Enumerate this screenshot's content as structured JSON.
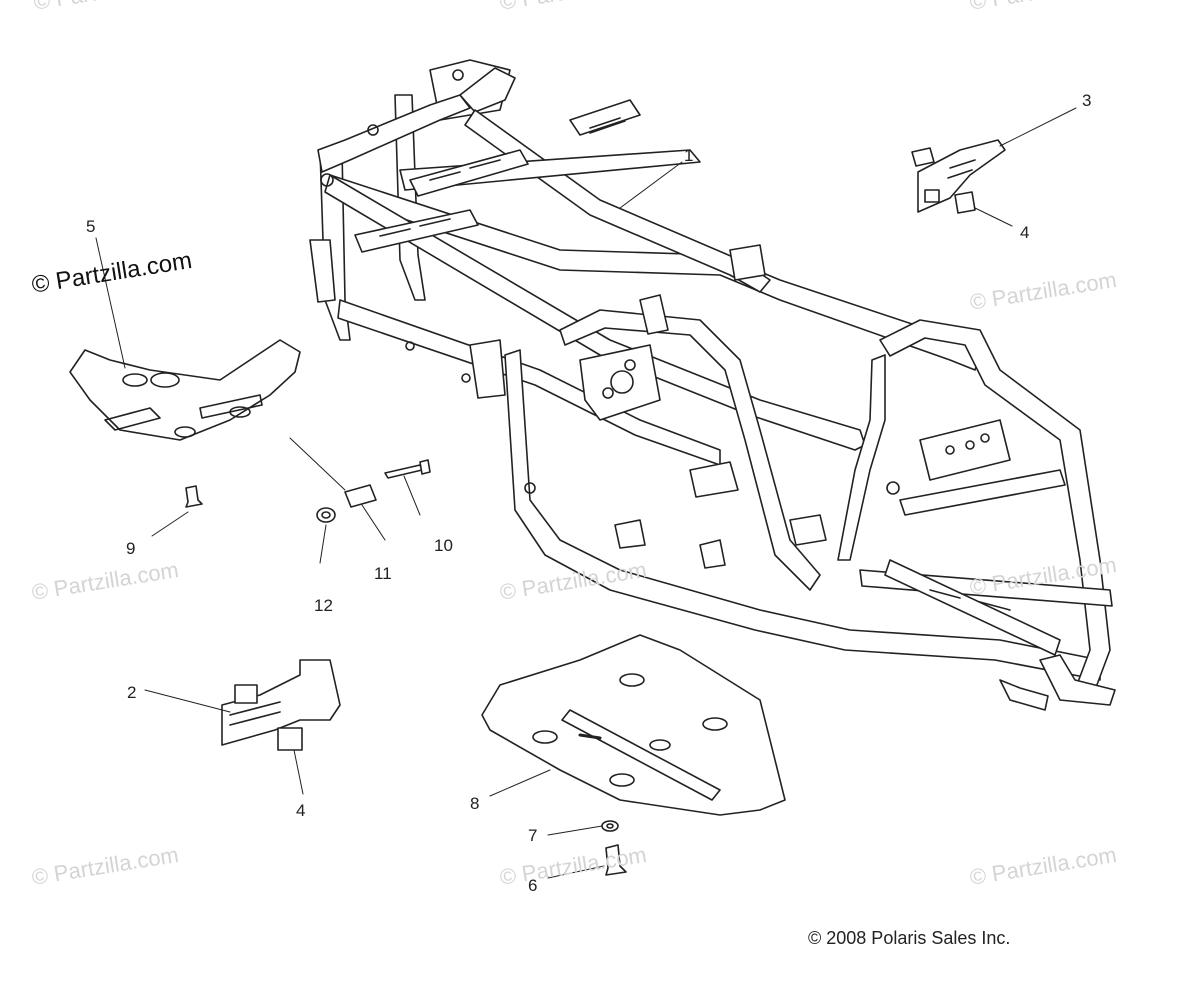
{
  "watermark": "© Partzilla.com",
  "copyright": "© 2008 Polaris Sales Inc.",
  "callouts": {
    "c1": "1",
    "c2": "2",
    "c3": "3",
    "c4a": "4",
    "c4b": "4",
    "c5": "5",
    "c6": "6",
    "c7": "7",
    "c8": "8",
    "c9": "9",
    "c10": "10",
    "c11": "11",
    "c12": "12"
  }
}
